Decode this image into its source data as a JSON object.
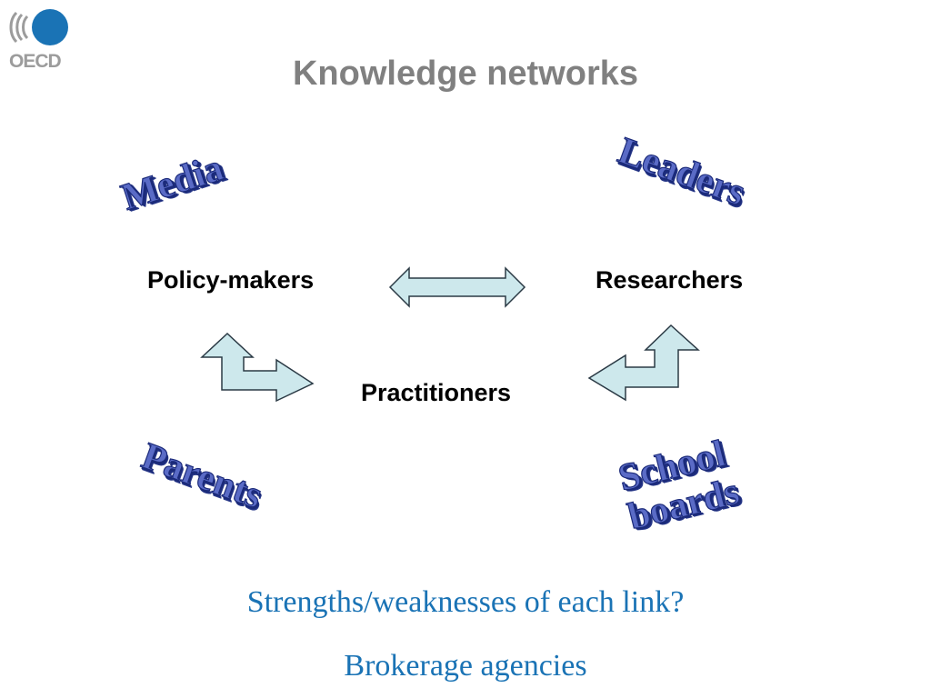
{
  "logo": {
    "text": "OECD",
    "accent": "#1a73b5"
  },
  "title": "Knowledge networks",
  "nodes": {
    "policy_makers": "Policy-makers",
    "researchers": "Researchers",
    "practitioners": "Practitioners"
  },
  "word_art": {
    "media": "Media",
    "leaders": "Leaders",
    "parents": "Parents",
    "school": "School",
    "boards": "boards"
  },
  "questions": {
    "line1": "Strengths/weaknesses of each link?",
    "line2": "Brokerage agencies"
  },
  "colors": {
    "title": "#808080",
    "wordart_fill": "#5a6bc6",
    "wordart_outline": "#1b2a7a",
    "arrow_fill": "#cde8ec",
    "question_text": "#1a73b5"
  }
}
